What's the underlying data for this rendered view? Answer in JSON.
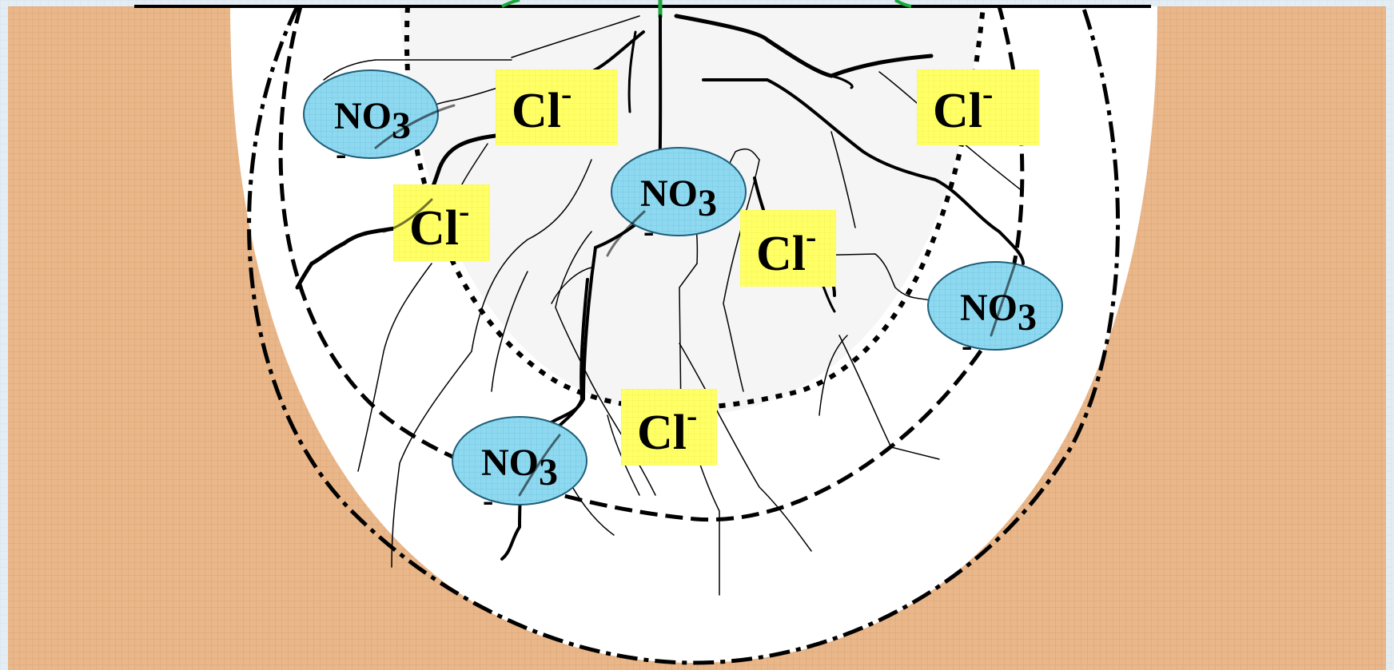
{
  "colors": {
    "frame": "#e3edf3",
    "soil": "#e9b78a",
    "soil_grid": "#d9a06e",
    "depletion_zone": "#ffffff",
    "inner_zone": "#f5f5f5",
    "nitrate_fill": "#8fd9f0",
    "nitrate_stroke": "#1f5f7a",
    "chloride_fill": "#ffff66",
    "root": "#000000",
    "shoot": "#19a83c"
  },
  "ions": {
    "nitrate": [
      {
        "base": "NO",
        "sub": "3",
        "charge": "-"
      },
      {
        "base": "NO",
        "sub": "3",
        "charge": "-"
      },
      {
        "base": "NO",
        "sub": "3",
        "charge": "-"
      },
      {
        "base": "NO",
        "sub": "3",
        "charge": "-"
      }
    ],
    "chloride": [
      {
        "base": "Cl",
        "charge": "-"
      },
      {
        "base": "Cl",
        "charge": "-"
      },
      {
        "base": "Cl",
        "charge": "-"
      },
      {
        "base": "Cl",
        "charge": "-"
      },
      {
        "base": "Cl",
        "charge": "-"
      }
    ]
  }
}
